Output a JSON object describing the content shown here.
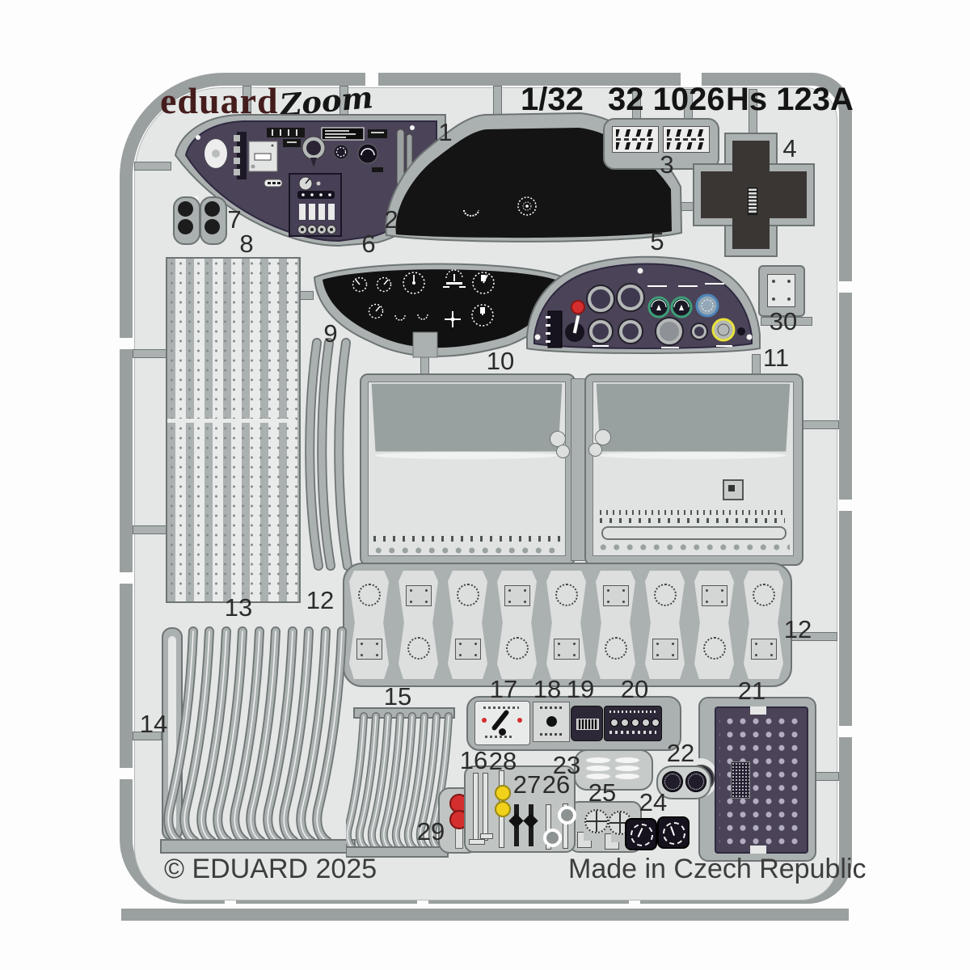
{
  "sheet": {
    "brand": "eduard",
    "series": "Zoom",
    "scale": "1/32",
    "product_code": "32 1026",
    "subject": "Hs 123A",
    "copyright": "© EDUARD 2025",
    "made_in": "Made in Czech Republic"
  },
  "part_labels": [
    "1",
    "2",
    "3",
    "4",
    "5",
    "6",
    "7",
    "8",
    "9",
    "10",
    "11",
    "12",
    "13",
    "14",
    "15",
    "16",
    "17",
    "18",
    "19",
    "20",
    "21",
    "22",
    "23",
    "24",
    "25",
    "26",
    "27",
    "28",
    "29",
    "30",
    "12"
  ],
  "colors": {
    "plate": "#e4e7e6",
    "frame": "#9aa09f",
    "sprue": "#abb0b0",
    "part_light": "#dcdfde",
    "panel_purple": "#4b4357",
    "panel_black": "#141414",
    "dark_part": "#3a3634",
    "red": "#d42e2e",
    "yellow": "#f2d11b",
    "green_ring": "#3e9f78",
    "blue_ring": "#4e86b8",
    "yellow_ring": "#e8e23a",
    "logo": "#451c1c"
  }
}
